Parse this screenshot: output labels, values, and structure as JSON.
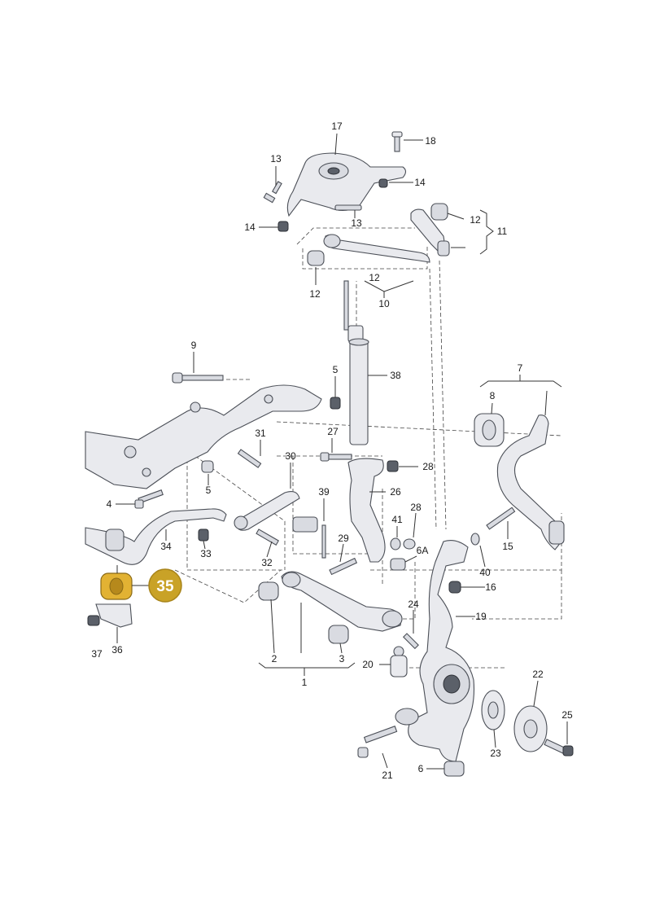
{
  "highlighted_part": "35",
  "colors": {
    "highlight": "#c9a227",
    "line": "#333333",
    "part_fill": "#e9eaee"
  },
  "labels": {
    "l1": "1",
    "l2": "2",
    "l3": "3",
    "l4": "4",
    "l5a": "5",
    "l5b": "5",
    "l6": "6",
    "l6a": "6A",
    "l7": "7",
    "l8": "8",
    "l9": "9",
    "l10": "10",
    "l11": "11",
    "l12a": "12",
    "l12b": "12",
    "l12c": "12",
    "l13a": "13",
    "l13b": "13",
    "l14a": "14",
    "l14b": "14",
    "l15": "15",
    "l16": "16",
    "l17": "17",
    "l18": "18",
    "l19": "19",
    "l20": "20",
    "l21": "21",
    "l22": "22",
    "l23": "23",
    "l24": "24",
    "l25": "25",
    "l26": "26",
    "l27": "27",
    "l28a": "28",
    "l28b": "28",
    "l29": "29",
    "l30": "30",
    "l31": "31",
    "l32": "32",
    "l33": "33",
    "l34": "34",
    "l35": "35",
    "l36": "36",
    "l37": "37",
    "l38": "38",
    "l39": "39",
    "l40": "40",
    "l41": "41"
  }
}
